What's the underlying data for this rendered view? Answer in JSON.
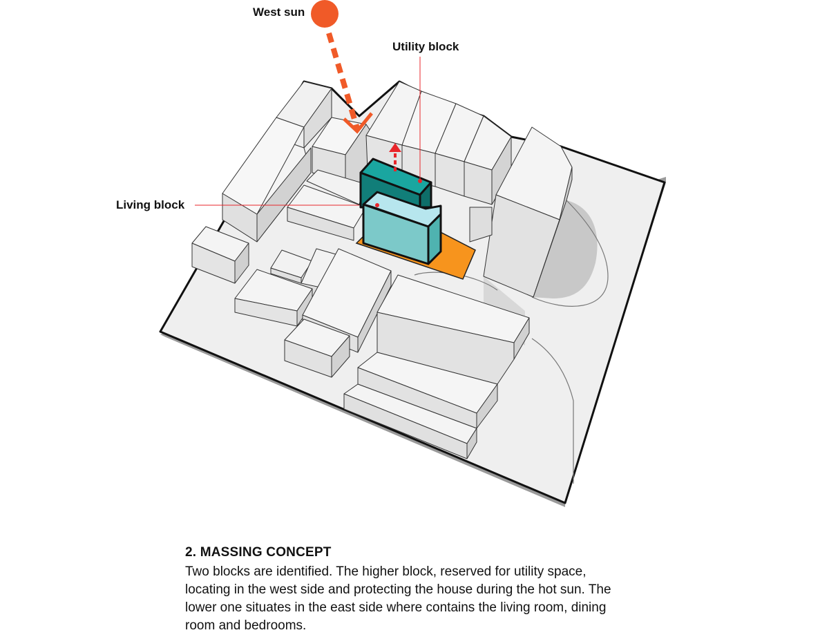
{
  "labels": {
    "west_sun": "West sun",
    "utility_block": "Utility block",
    "living_block": "Living block"
  },
  "caption": {
    "title": "2. MASSING CONCEPT",
    "body": "Two blocks are identified. The higher block, reserved for utility space, locating in the west side and protecting the house during the hot sun. The lower one situates in the east side where contains the living room, dining room and bedrooms."
  },
  "colors": {
    "sun": "#f05a28",
    "sun_arrow": "#f05a28",
    "up_arrow": "#e8262b",
    "utility_top": "#1aa6a0",
    "utility_side": "#117e79",
    "living_top": "#b7e6ee",
    "living_face": "#7cc9c9",
    "living_side": "#4fb3b0",
    "plot": "#f7941d",
    "leader_line": "#e8262b",
    "site": "#efefef",
    "mass_top": "#f3f3f3",
    "mass_face": "#dcdcdc",
    "shadow": "#c9c9c9"
  }
}
